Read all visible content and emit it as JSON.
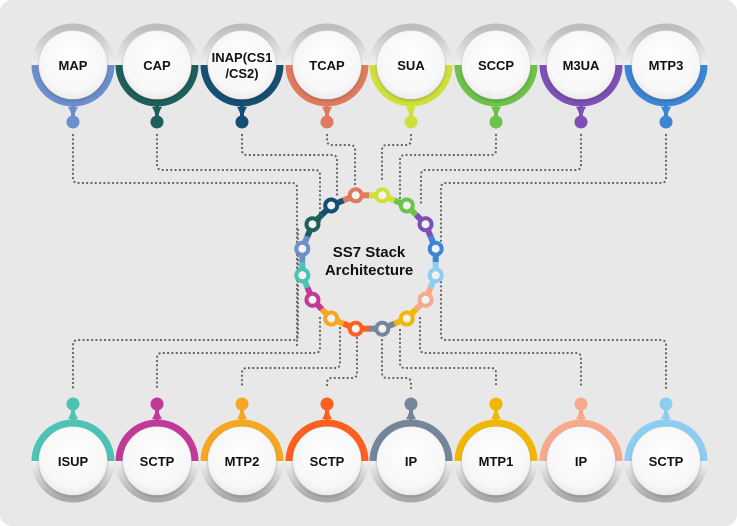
{
  "diagram": {
    "title_line1": "SS7 Stack",
    "title_line2": "Architecture",
    "top_nodes": [
      {
        "label": "MAP",
        "color": "#6b8fcc"
      },
      {
        "label": "CAP",
        "color": "#1e5f5c"
      },
      {
        "label_line1": "INAP(CS1",
        "label_line2": "/CS2)",
        "color": "#174f73"
      },
      {
        "label": "TCAP",
        "color": "#e07a5f"
      },
      {
        "label": "SUA",
        "color": "#cfe03a"
      },
      {
        "label": "SCCP",
        "color": "#6cc24a"
      },
      {
        "label": "M3UA",
        "color": "#7e4fb5"
      },
      {
        "label": "MTP3",
        "color": "#3a86d4"
      }
    ],
    "bottom_nodes": [
      {
        "label": "ISUP",
        "color": "#4cc3b5"
      },
      {
        "label": "SCTP",
        "color": "#c23a99"
      },
      {
        "label": "MTP2",
        "color": "#f5a623"
      },
      {
        "label": "SCTP",
        "color": "#ff5f1f"
      },
      {
        "label": "IP",
        "color": "#75869a"
      },
      {
        "label": "MTP1",
        "color": "#f2b705"
      },
      {
        "label": "IP",
        "color": "#f7a98b"
      },
      {
        "label": "SCTP",
        "color": "#8ecdf2"
      }
    ],
    "connector_color": "#666666",
    "background_color": "#e8e8e8"
  }
}
